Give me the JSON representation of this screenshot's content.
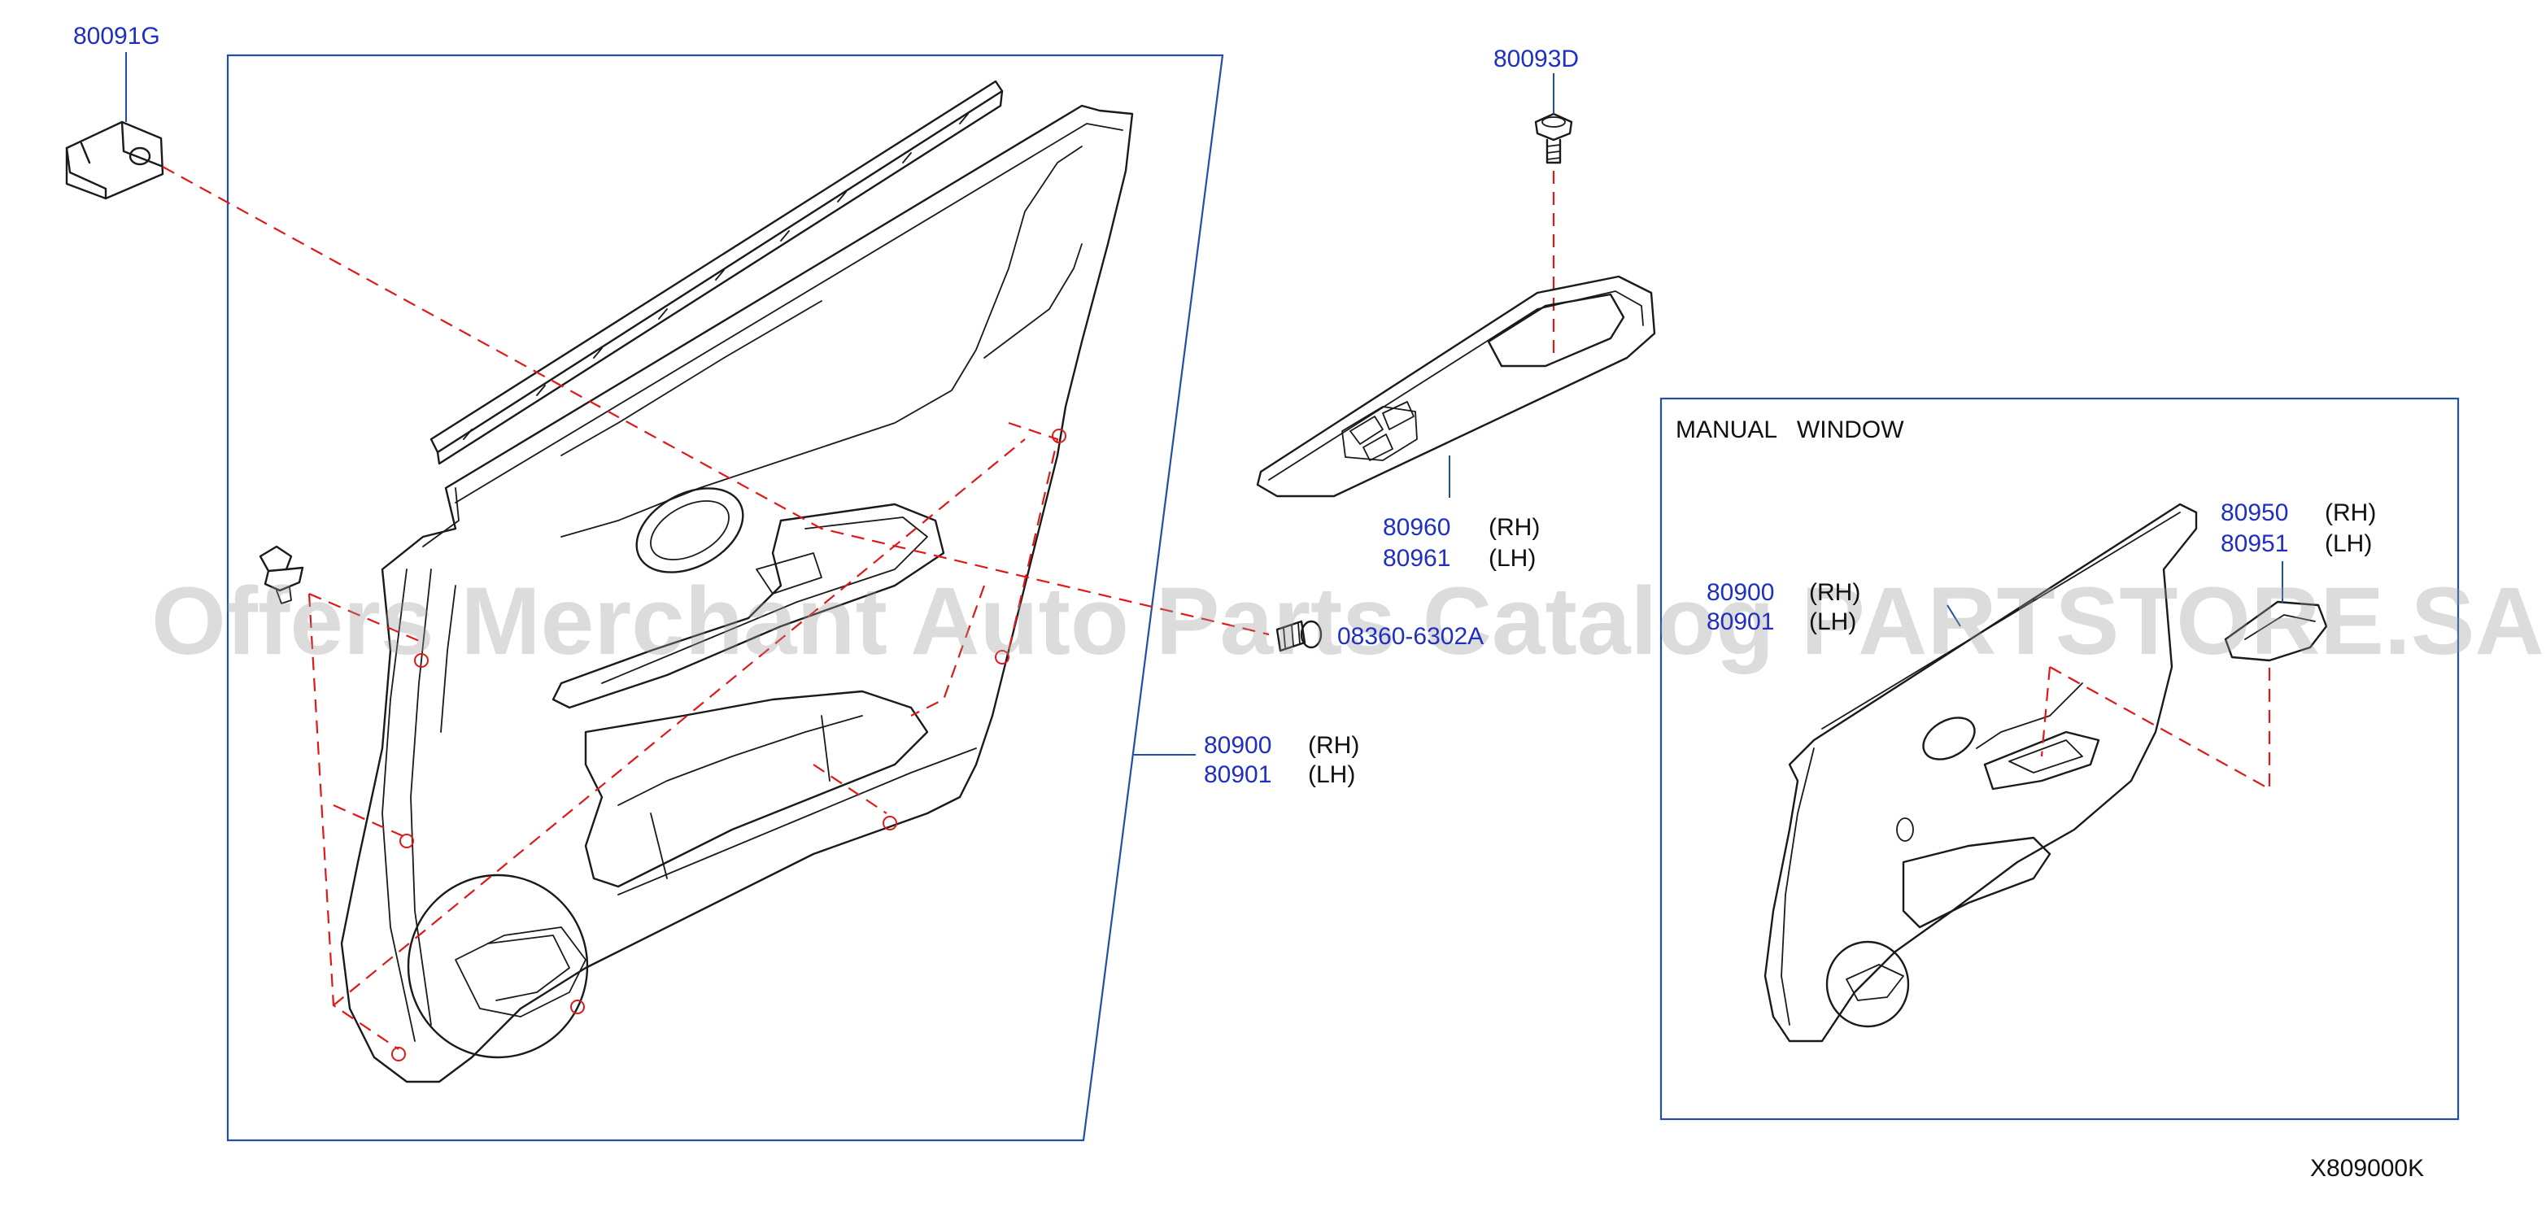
{
  "diagram_code": "X809000K",
  "watermark": "Offers Merchant Auto Parts Catalog PARTSTORE.SA",
  "inset": {
    "title": "MANUAL   WINDOW"
  },
  "callouts": {
    "c80091g": {
      "num": "80091G"
    },
    "c80093d": {
      "num": "80093D"
    },
    "c80960": {
      "num": "80960",
      "side": "(RH)"
    },
    "c80961": {
      "num": "80961",
      "side": "(LH)"
    },
    "c08360": {
      "num": "08360-6302A"
    },
    "c80900": {
      "num": "80900",
      "side": "(RH)"
    },
    "c80901": {
      "num": "80901",
      "side": "(LH)"
    },
    "c80950": {
      "num": "80950",
      "side": "(RH)"
    },
    "c80951": {
      "num": "80951",
      "side": "(LH)"
    },
    "c80900b": {
      "num": "80900",
      "side": "(RH)"
    },
    "c80901b": {
      "num": "80901",
      "side": "(LH)"
    }
  },
  "colors": {
    "part_number": "#1f2fc0",
    "frame": "#1f4fa8",
    "hidden_line": "#e01818",
    "drawing": "#1a1a1a"
  }
}
